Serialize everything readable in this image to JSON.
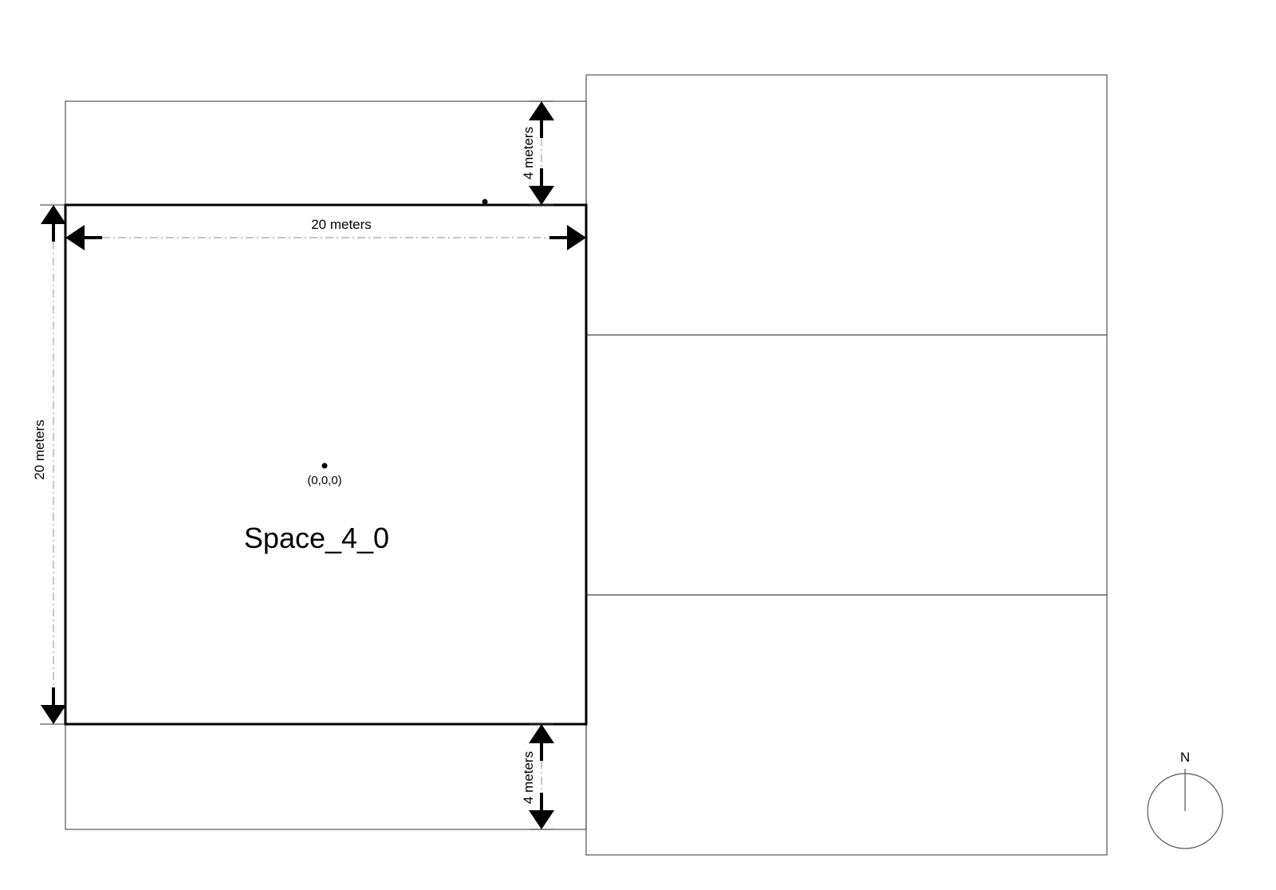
{
  "diagram": {
    "space_label": "Space_4_0",
    "origin_label": "(0,0,0)",
    "dimensions": {
      "width_label": "20 meters",
      "height_label": "20 meters",
      "top_offset_label": "4 meters",
      "bottom_offset_label": "4 meters"
    },
    "north_label": "N"
  }
}
